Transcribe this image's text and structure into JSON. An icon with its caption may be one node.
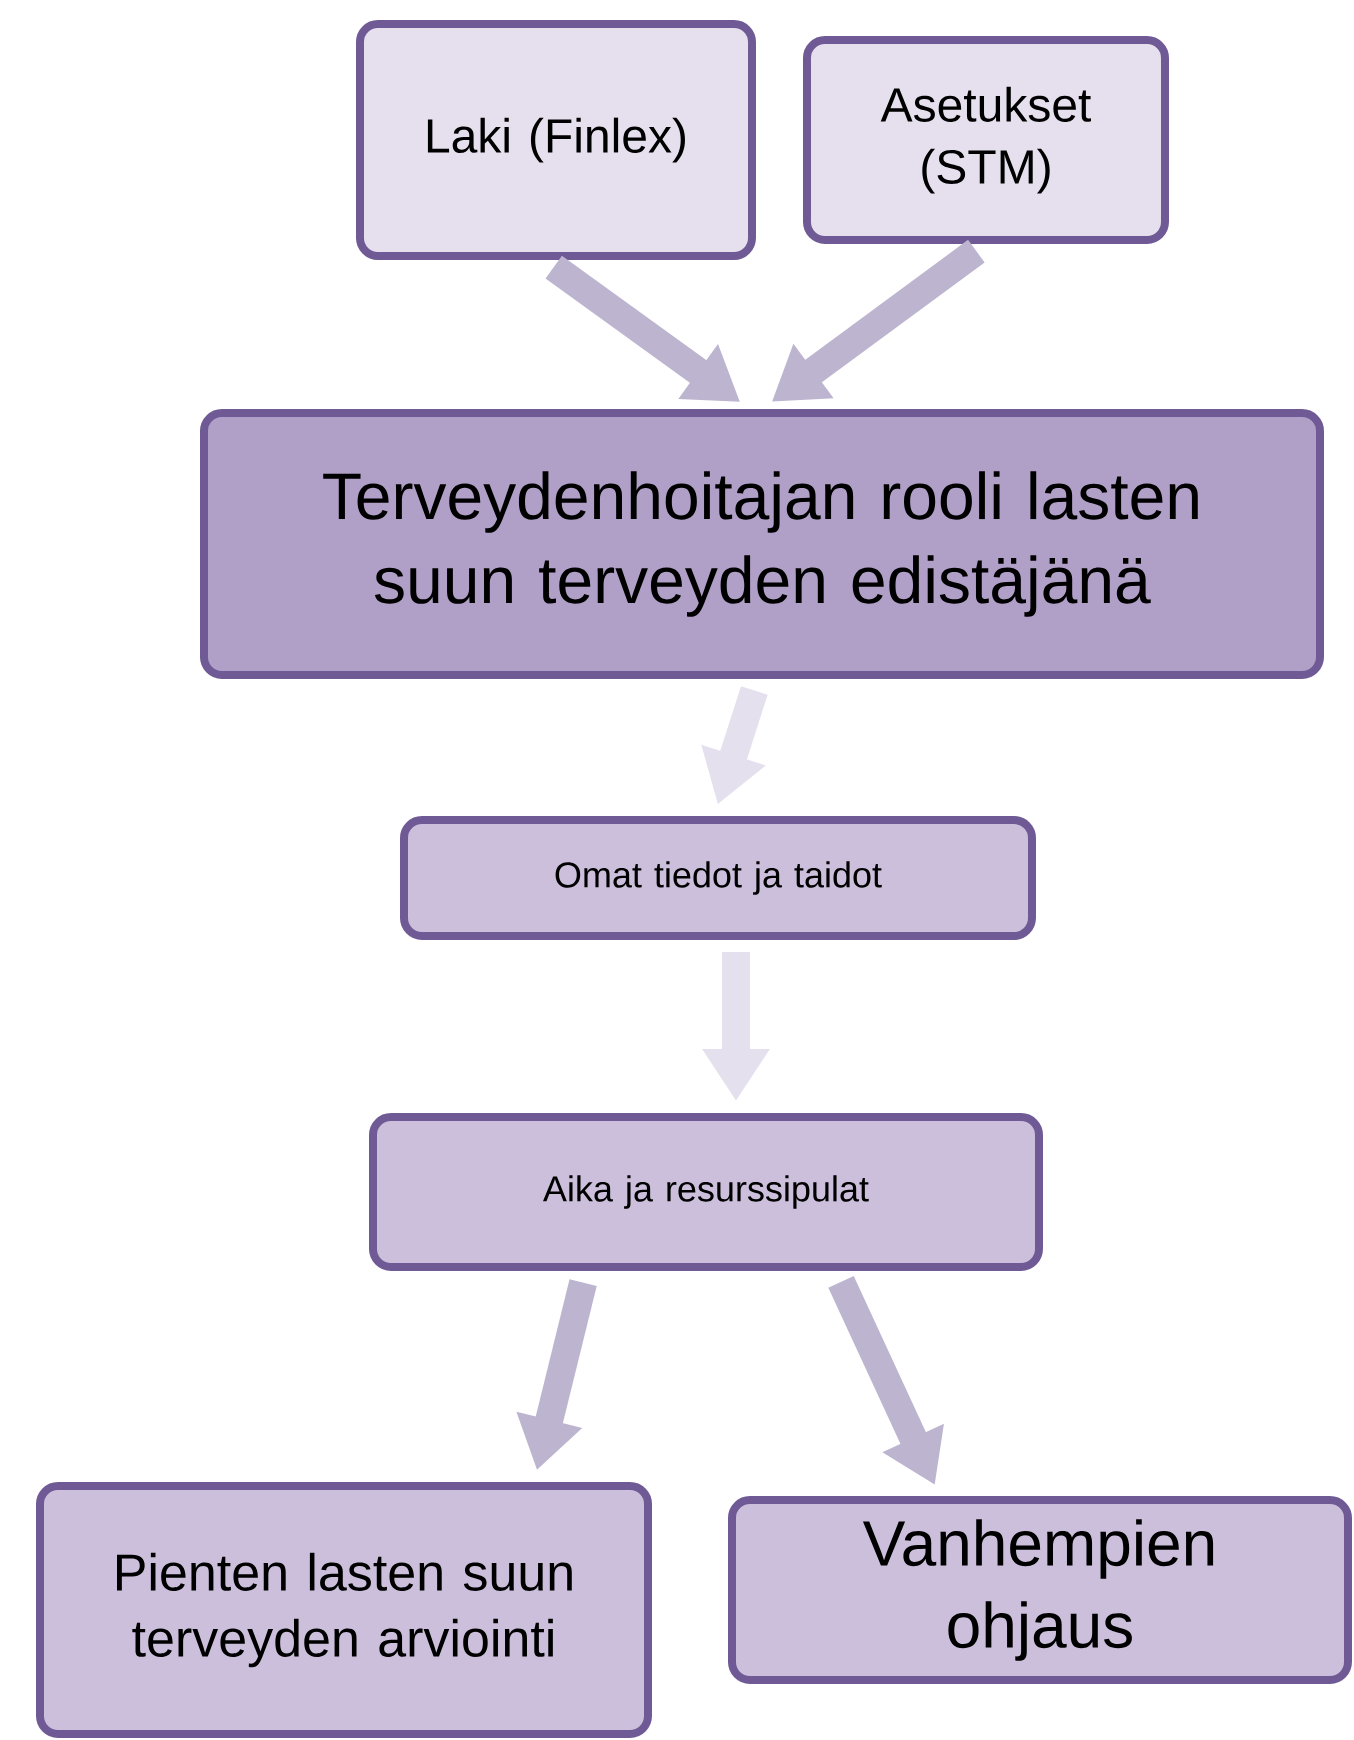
{
  "diagram": {
    "nodes": [
      {
        "text": [
          "Laki (Finlex)"
        ]
      },
      {
        "text": [
          "Asetukset (STM)"
        ]
      },
      {
        "text": [
          "Terveydenhoitajan rooli lasten suun terveyden edistäjänä"
        ]
      },
      {
        "text": [
          "Omat tiedot ja taidot"
        ]
      },
      {
        "text": [
          "Aika ja resurssipulat"
        ]
      },
      {
        "text": [
          "Pienten lasten suun terveyden arviointi"
        ]
      },
      {
        "text": [
          "Vanhempien ohjaus"
        ]
      }
    ],
    "edges": [
      {
        "from": 0,
        "to": 2,
        "arrow": "to"
      },
      {
        "from": 1,
        "to": 2,
        "arrow": "to"
      },
      {
        "from": 2,
        "to": 3,
        "arrow": "to"
      },
      {
        "from": 3,
        "to": 4,
        "arrow": "to"
      },
      {
        "from": 4,
        "to": 5,
        "arrow": "to"
      },
      {
        "from": 4,
        "to": 6,
        "arrow": "to"
      }
    ]
  }
}
